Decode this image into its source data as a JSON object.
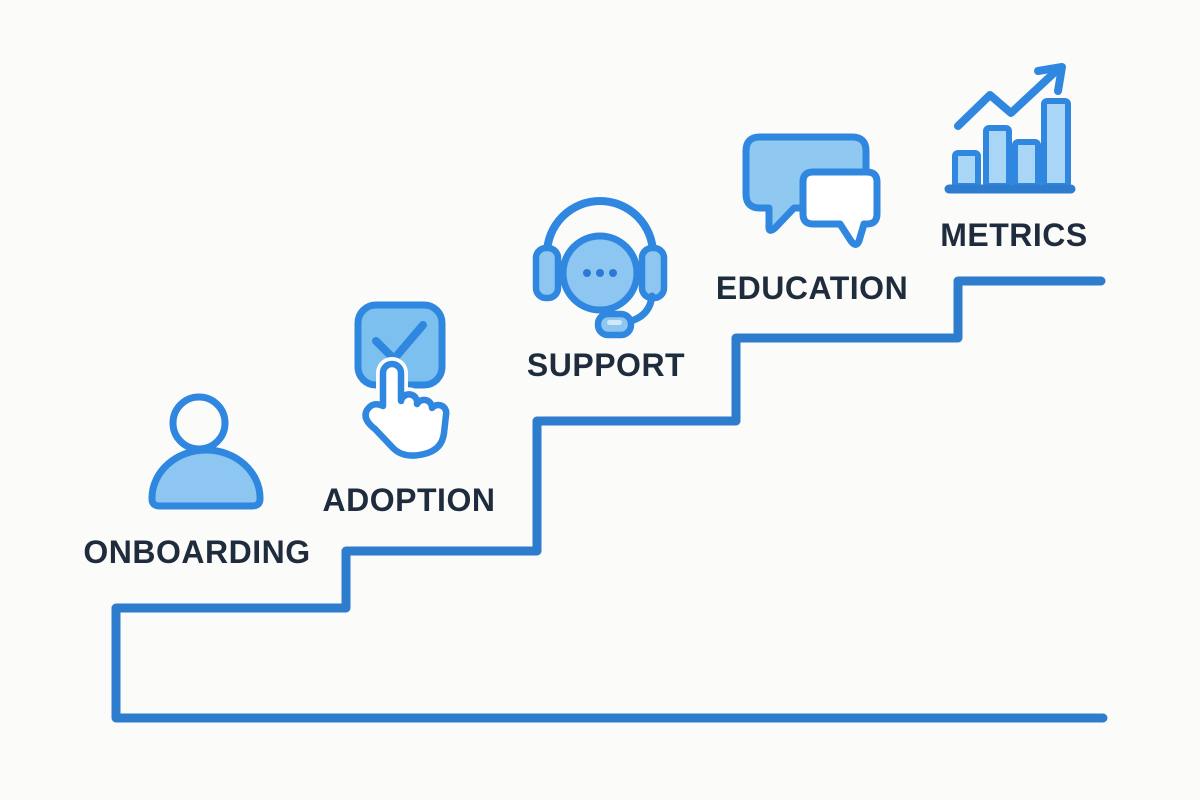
{
  "diagram": {
    "type": "staircase-growth-infographic",
    "background_color": "#fbfbf9",
    "stair_line_color": "#2d7ccd",
    "icon_stroke_color": "#2f87e0",
    "icon_fill_color": "#8dc6f1",
    "label_color": "#1e2c3d",
    "steps": [
      {
        "label": "ONBOARDING",
        "icon": "user-icon"
      },
      {
        "label": "ADOPTION",
        "icon": "checkbox-tap-icon"
      },
      {
        "label": "SUPPORT",
        "icon": "headset-agent-icon"
      },
      {
        "label": "EDUCATION",
        "icon": "speech-bubbles-icon"
      },
      {
        "label": "METRICS",
        "icon": "growth-bar-chart-icon"
      }
    ]
  }
}
